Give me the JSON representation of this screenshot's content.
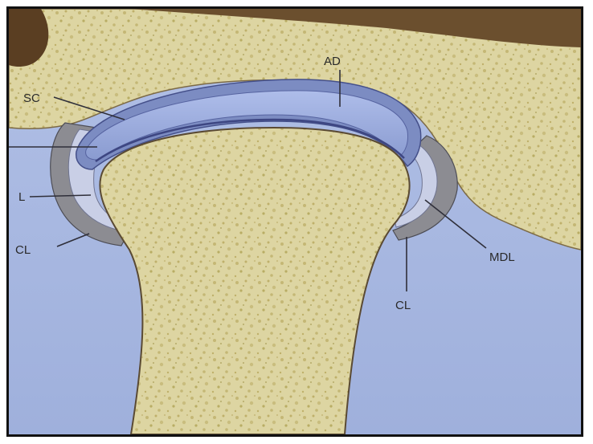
{
  "colors": {
    "bone": "#ddd5a2",
    "bone_texture": "#b9ad64",
    "bone_outline": "#5a4a33",
    "background": "#a9b9e0",
    "dark_region": "#6b4f2e",
    "disc_light": "#b7c6ee",
    "disc_dark": "#7181b4",
    "ligament_gray": "#8c8c92"
  },
  "labels": {
    "sc": "SC",
    "ad": "AD",
    "left_l": "L",
    "left_cl": "CL",
    "mdl": "MDL",
    "right_cl": "CL"
  }
}
